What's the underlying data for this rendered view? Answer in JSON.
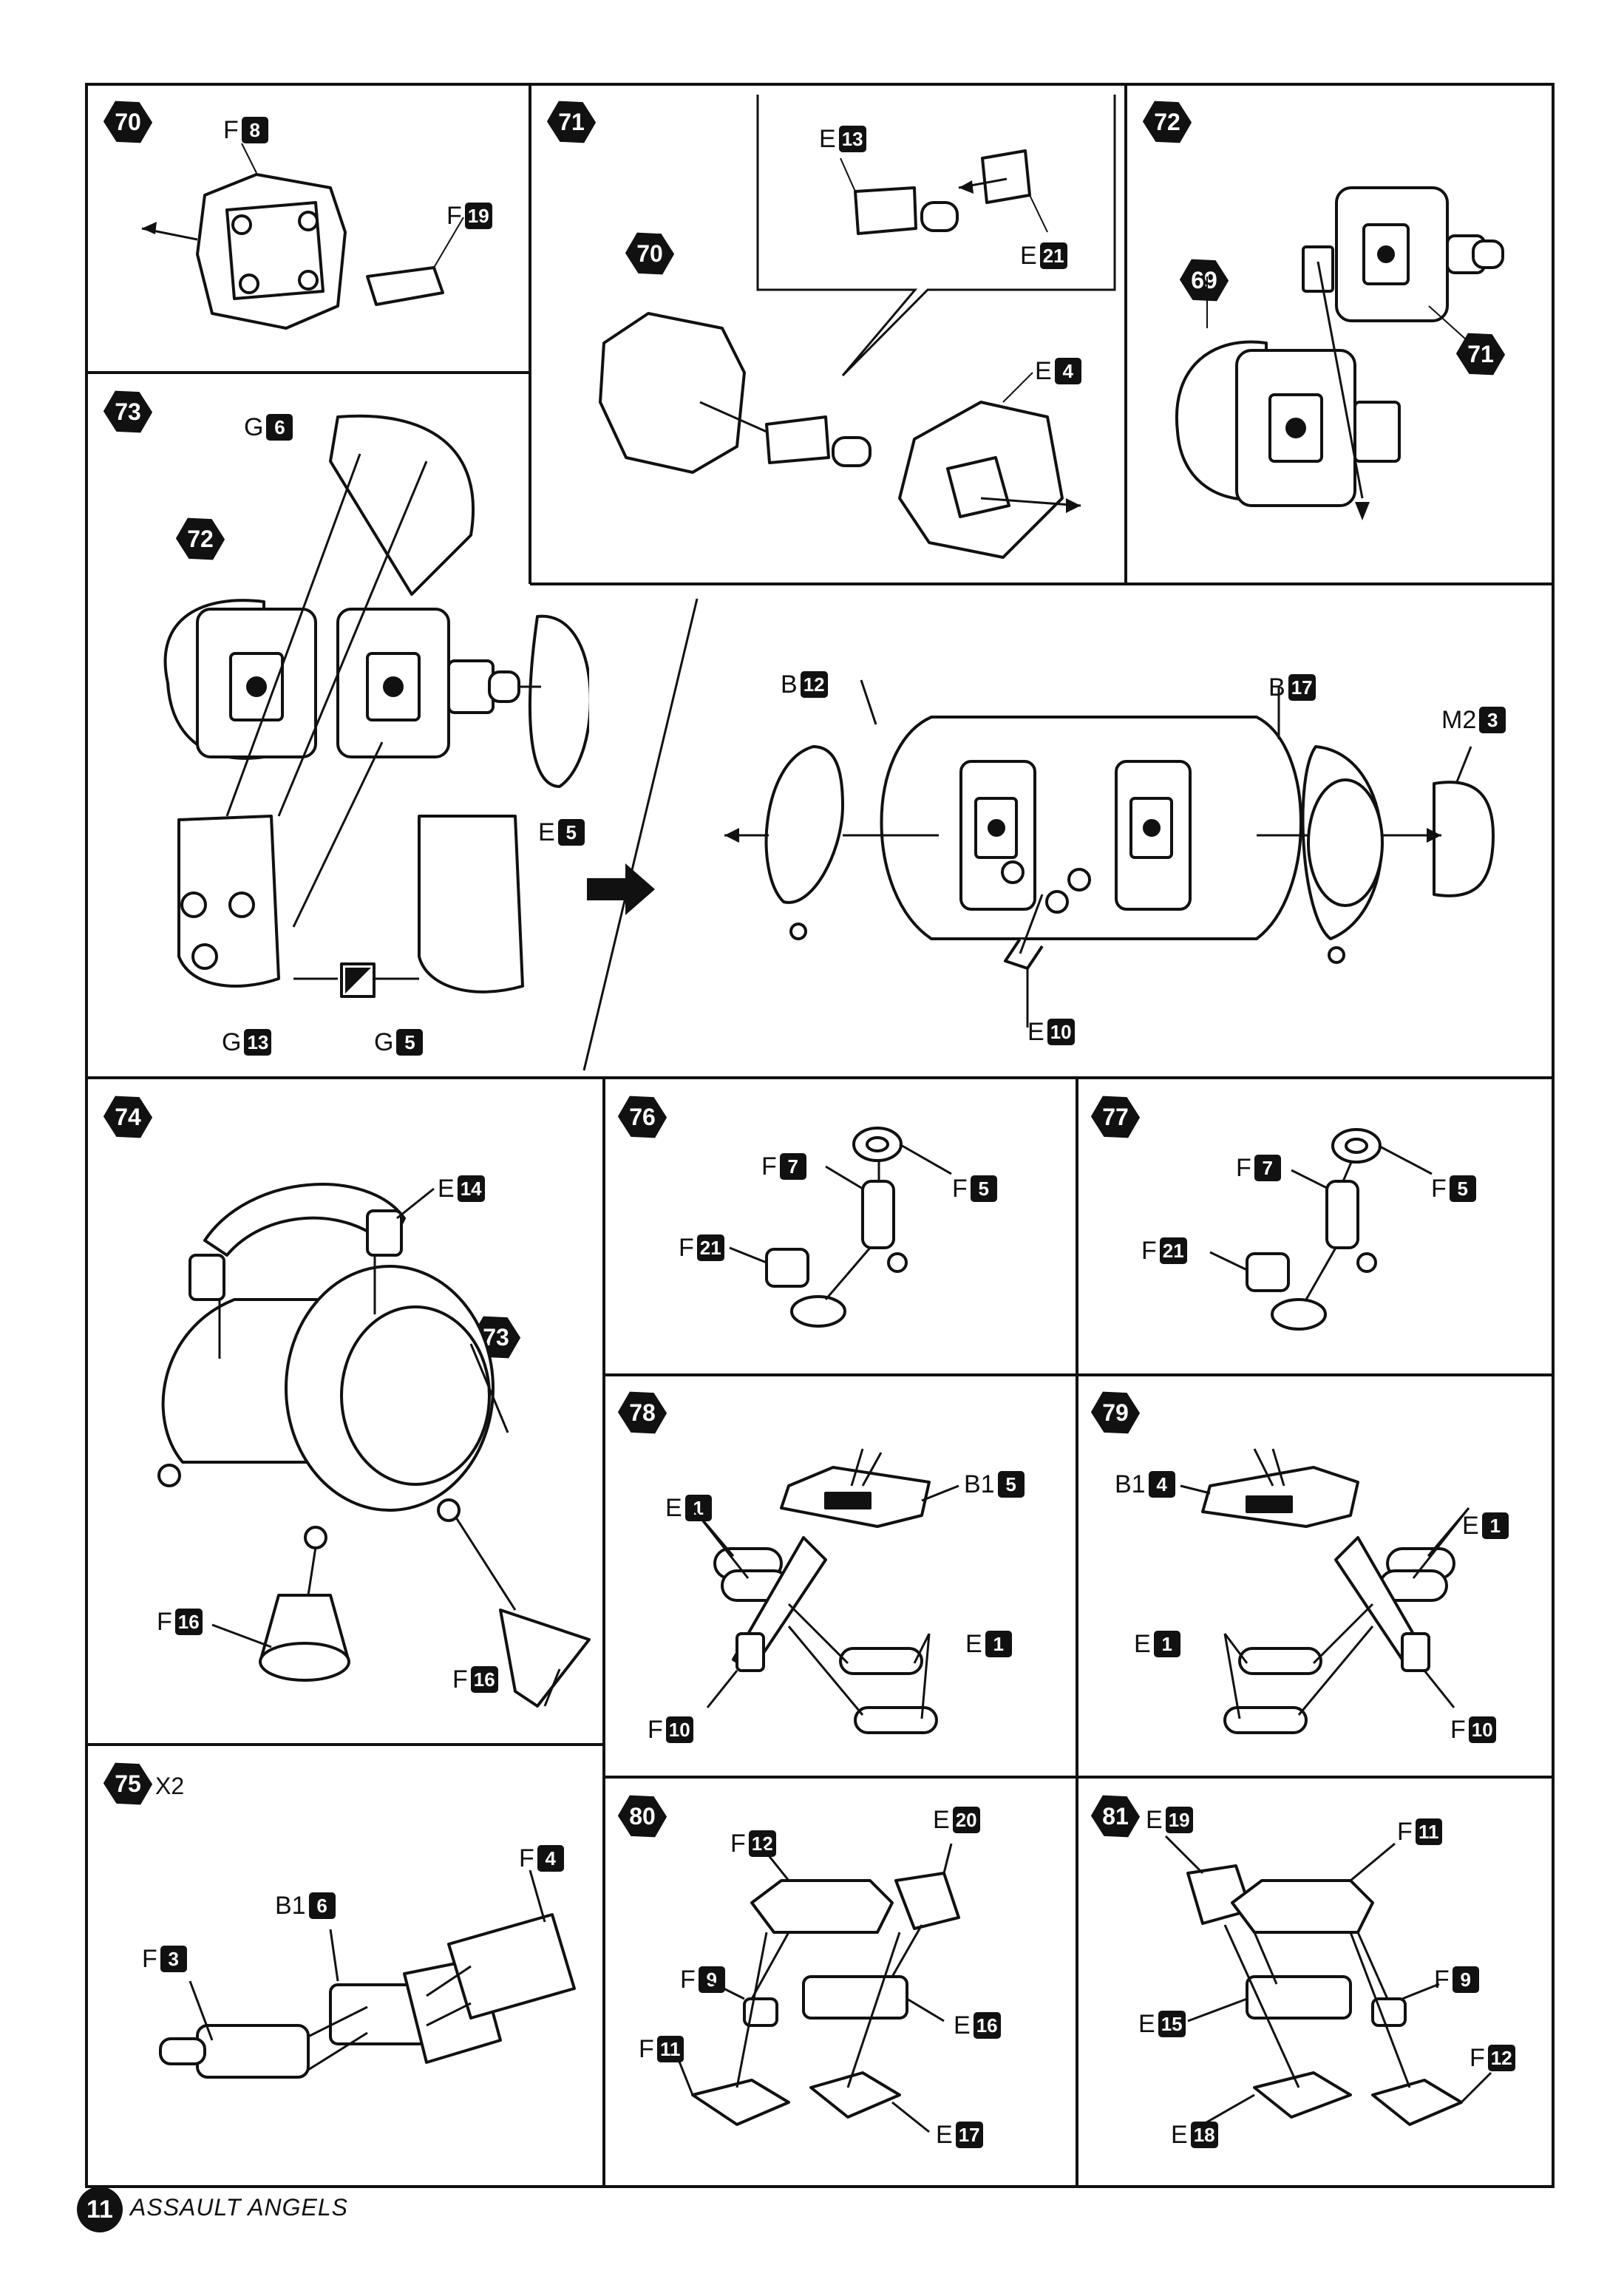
{
  "page": {
    "number": "11",
    "title": "ASSAULT ANGELS"
  },
  "steps": [
    {
      "id": "70",
      "labels": [
        {
          "letter": "F",
          "num": "8"
        },
        {
          "letter": "F",
          "num": "19"
        }
      ]
    },
    {
      "id": "71",
      "ref": "70",
      "labels": [
        {
          "letter": "E",
          "num": "13"
        },
        {
          "letter": "E",
          "num": "21"
        },
        {
          "letter": "E",
          "num": "4"
        }
      ]
    },
    {
      "id": "72",
      "refs": [
        "69",
        "71"
      ]
    },
    {
      "id": "73",
      "ref": "72",
      "labels": [
        {
          "letter": "G",
          "num": "6"
        },
        {
          "letter": "E",
          "num": "5"
        },
        {
          "letter": "G",
          "num": "13"
        },
        {
          "letter": "G",
          "num": "5"
        }
      ]
    },
    {
      "id": "73b",
      "labels": [
        {
          "letter": "B",
          "num": "12"
        },
        {
          "letter": "B",
          "num": "17"
        },
        {
          "letter": "M2",
          "num": "3"
        },
        {
          "letter": "E",
          "num": "10"
        }
      ]
    },
    {
      "id": "74",
      "ref": "73",
      "labels": [
        {
          "letter": "E",
          "num": "14"
        },
        {
          "letter": "F",
          "num": "16"
        },
        {
          "letter": "F",
          "num": "16"
        }
      ]
    },
    {
      "id": "75",
      "multiplier": "X2",
      "labels": [
        {
          "letter": "F",
          "num": "4"
        },
        {
          "letter": "B1",
          "num": "6"
        },
        {
          "letter": "F",
          "num": "3"
        }
      ]
    },
    {
      "id": "76",
      "labels": [
        {
          "letter": "F",
          "num": "7"
        },
        {
          "letter": "F",
          "num": "5"
        },
        {
          "letter": "F",
          "num": "21"
        }
      ]
    },
    {
      "id": "77",
      "labels": [
        {
          "letter": "F",
          "num": "7"
        },
        {
          "letter": "F",
          "num": "5"
        },
        {
          "letter": "F",
          "num": "21"
        }
      ]
    },
    {
      "id": "78",
      "labels": [
        {
          "letter": "E",
          "num": "1"
        },
        {
          "letter": "B1",
          "num": "5"
        },
        {
          "letter": "E",
          "num": "1"
        },
        {
          "letter": "F",
          "num": "10"
        }
      ]
    },
    {
      "id": "79",
      "labels": [
        {
          "letter": "B1",
          "num": "4"
        },
        {
          "letter": "E",
          "num": "1"
        },
        {
          "letter": "E",
          "num": "1"
        },
        {
          "letter": "F",
          "num": "10"
        }
      ]
    },
    {
      "id": "80",
      "labels": [
        {
          "letter": "F",
          "num": "12"
        },
        {
          "letter": "E",
          "num": "20"
        },
        {
          "letter": "F",
          "num": "9"
        },
        {
          "letter": "E",
          "num": "16"
        },
        {
          "letter": "F",
          "num": "11"
        },
        {
          "letter": "E",
          "num": "17"
        }
      ]
    },
    {
      "id": "81",
      "labels": [
        {
          "letter": "E",
          "num": "19"
        },
        {
          "letter": "F",
          "num": "11"
        },
        {
          "letter": "F",
          "num": "9"
        },
        {
          "letter": "E",
          "num": "15"
        },
        {
          "letter": "F",
          "num": "12"
        },
        {
          "letter": "E",
          "num": "18"
        }
      ]
    }
  ]
}
